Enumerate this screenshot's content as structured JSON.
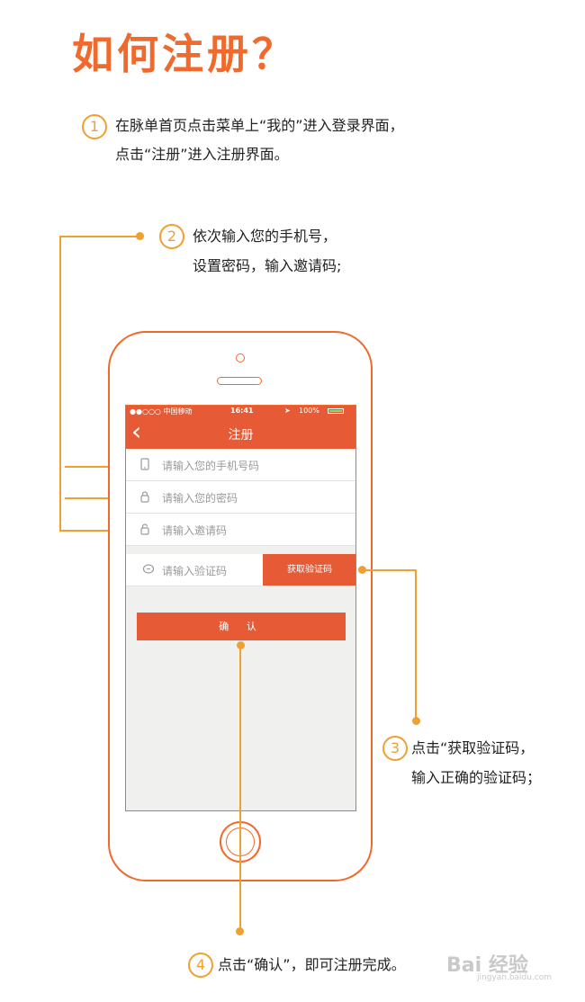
{
  "title": "如何注册？",
  "steps": {
    "s1": {
      "num": "1",
      "line1": "在脉单首页点击菜单上“我的”进入登录界面，",
      "line2": "点击“注册”进入注册界面。"
    },
    "s2": {
      "num": "2",
      "line1": "依次输入您的手机号，",
      "line2": "设置密码，输入邀请码;"
    },
    "s3": {
      "num": "3",
      "line1": "点击“获取验证码，",
      "line2": "输入正确的验证码；"
    },
    "s4": {
      "num": "4",
      "line1": "点击“确认”，即可注册完成。"
    }
  },
  "phone": {
    "status": {
      "carrier": "●●○○○ 中国移动",
      "time": "16:41",
      "battery": "100%"
    },
    "nav": {
      "back_icon": "‹",
      "title": "注册"
    },
    "fields": {
      "phone_placeholder": "请输入您的手机号码",
      "password_placeholder": "请输入您的密码",
      "invite_placeholder": "请输入邀请码",
      "code_placeholder": "请输入验证码"
    },
    "get_code_label": "获取验证码",
    "confirm_label": "确 认"
  },
  "watermark": {
    "main": "Bai 经验",
    "sub": "jingyan.baidu.com"
  },
  "colors": {
    "accent": "#e65a36",
    "title": "#ef6a2c",
    "callout": "#f0a030"
  }
}
